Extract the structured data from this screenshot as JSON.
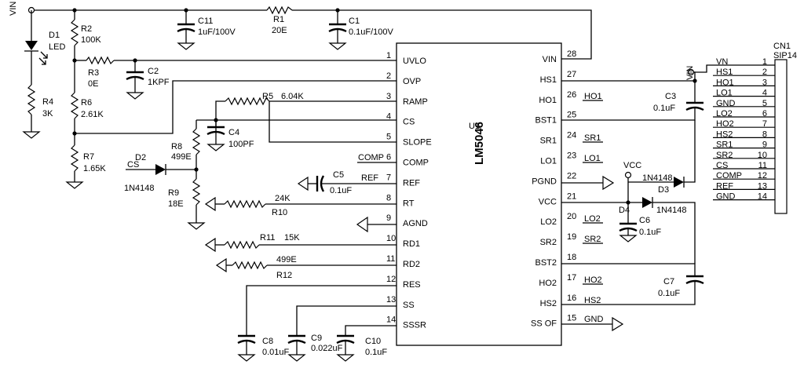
{
  "net": {
    "vin_left": "VIN",
    "vin_right": "VIN",
    "vcc": "VCC",
    "cs": "CS",
    "comp": "COMP",
    "ref": "REF",
    "gnd": "GND",
    "ho1": "HO1",
    "lo1": "LO1",
    "sr1": "SR1",
    "lo2": "LO2",
    "sr2": "SR2",
    "ho2": "HO2",
    "hs2": "HS2"
  },
  "ic": {
    "ref": "U1",
    "part": "LM5046",
    "left_pins": [
      {
        "num": "1",
        "name": "UVLO"
      },
      {
        "num": "2",
        "name": "OVP"
      },
      {
        "num": "3",
        "name": "RAMP"
      },
      {
        "num": "4",
        "name": "CS"
      },
      {
        "num": "5",
        "name": "SLOPE"
      },
      {
        "num": "6",
        "name": "COMP"
      },
      {
        "num": "7",
        "name": "REF"
      },
      {
        "num": "8",
        "name": "RT"
      },
      {
        "num": "9",
        "name": "AGND"
      },
      {
        "num": "10",
        "name": "RD1"
      },
      {
        "num": "11",
        "name": "RD2"
      },
      {
        "num": "12",
        "name": "RES"
      },
      {
        "num": "13",
        "name": "SS"
      },
      {
        "num": "14",
        "name": "SSSR"
      }
    ],
    "right_pins": [
      {
        "num": "28",
        "name": "VIN"
      },
      {
        "num": "27",
        "name": "HS1"
      },
      {
        "num": "26",
        "name": "HO1"
      },
      {
        "num": "25",
        "name": "BST1"
      },
      {
        "num": "24",
        "name": "SR1"
      },
      {
        "num": "23",
        "name": "LO1"
      },
      {
        "num": "22",
        "name": "PGND"
      },
      {
        "num": "21",
        "name": "VCC"
      },
      {
        "num": "20",
        "name": "LO2"
      },
      {
        "num": "19",
        "name": "SR2"
      },
      {
        "num": "18",
        "name": "BST2"
      },
      {
        "num": "17",
        "name": "HO2"
      },
      {
        "num": "16",
        "name": "HS2"
      },
      {
        "num": "15",
        "name": "SS OF"
      }
    ]
  },
  "components": {
    "r1": {
      "ref": "R1",
      "value": "20E"
    },
    "r2": {
      "ref": "R2",
      "value": "100K"
    },
    "r3": {
      "ref": "R3",
      "value": "0E"
    },
    "r4": {
      "ref": "R4",
      "value": "3K"
    },
    "r5": {
      "ref": "R5",
      "value": "6.04K"
    },
    "r6": {
      "ref": "R6",
      "value": "2.61K"
    },
    "r7": {
      "ref": "R7",
      "value": "1.65K"
    },
    "r8": {
      "ref": "R8",
      "value": "499E"
    },
    "r9": {
      "ref": "R9",
      "value": "18E"
    },
    "r10": {
      "ref": "R10",
      "value": "24K"
    },
    "r11": {
      "ref": "R11",
      "value": "15K"
    },
    "r12": {
      "ref": "R12",
      "value": "499E"
    },
    "c1": {
      "ref": "C1",
      "value": "0.1uF/100V"
    },
    "c2": {
      "ref": "C2",
      "value": "1KPF"
    },
    "c3": {
      "ref": "C3",
      "value": "0.1uF"
    },
    "c4": {
      "ref": "C4",
      "value": "100PF"
    },
    "c5": {
      "ref": "C5",
      "value": "0.1uF"
    },
    "c6": {
      "ref": "C6",
      "value": "0.1uF"
    },
    "c7": {
      "ref": "C7",
      "value": "0.1uF"
    },
    "c8": {
      "ref": "C8",
      "value": "0.01uF"
    },
    "c9": {
      "ref": "C9",
      "value": "0.022uF"
    },
    "c10": {
      "ref": "C10",
      "value": "0.1uF"
    },
    "c11": {
      "ref": "C11",
      "value": "1uF/100V"
    },
    "d1": {
      "ref": "D1",
      "value": "LED"
    },
    "d2": {
      "ref": "D2",
      "value": "1N4148"
    },
    "d3": {
      "ref": "D3",
      "value": "1N4148"
    },
    "d4": {
      "ref": "D4",
      "value": "1N4148"
    }
  },
  "connector": {
    "ref": "CN1",
    "part": "SIP14",
    "pins": [
      {
        "num": "1",
        "name": "VN"
      },
      {
        "num": "2",
        "name": "HS1"
      },
      {
        "num": "3",
        "name": "HO1"
      },
      {
        "num": "4",
        "name": "LO1"
      },
      {
        "num": "5",
        "name": "GND"
      },
      {
        "num": "6",
        "name": "LO2"
      },
      {
        "num": "7",
        "name": "HO2"
      },
      {
        "num": "8",
        "name": "HS2"
      },
      {
        "num": "9",
        "name": "SR1"
      },
      {
        "num": "10",
        "name": "SR2"
      },
      {
        "num": "11",
        "name": "CS"
      },
      {
        "num": "12",
        "name": "COMP"
      },
      {
        "num": "13",
        "name": "REF"
      },
      {
        "num": "14",
        "name": "GND"
      }
    ]
  }
}
